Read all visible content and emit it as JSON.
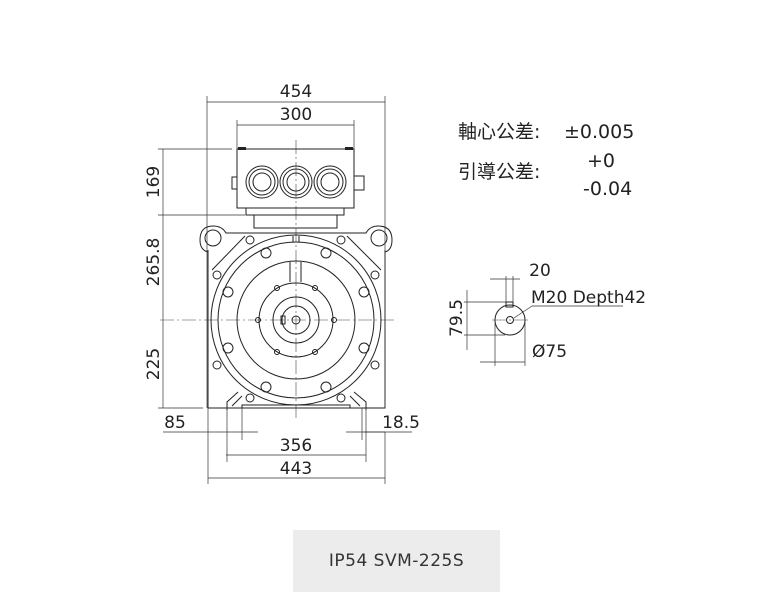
{
  "dimensions": {
    "overall_width": "454",
    "box_width": "300",
    "box_height": "169",
    "upper_height": "265.8",
    "center_height": "225",
    "foot_offset": "85",
    "foot_edge": "18.5",
    "foot_spacing": "356",
    "base_width": "443"
  },
  "tolerances": {
    "axis_label": "軸心公差:",
    "axis_value": "±0.005",
    "guide_label": "引導公差:",
    "guide_upper": "+0",
    "guide_lower": "-0.04"
  },
  "shaft": {
    "key_width": "20",
    "thread": "M20 Depth42",
    "key_height": "79.5",
    "diameter": "Ø75"
  },
  "caption": "IP54 SVM-225S"
}
